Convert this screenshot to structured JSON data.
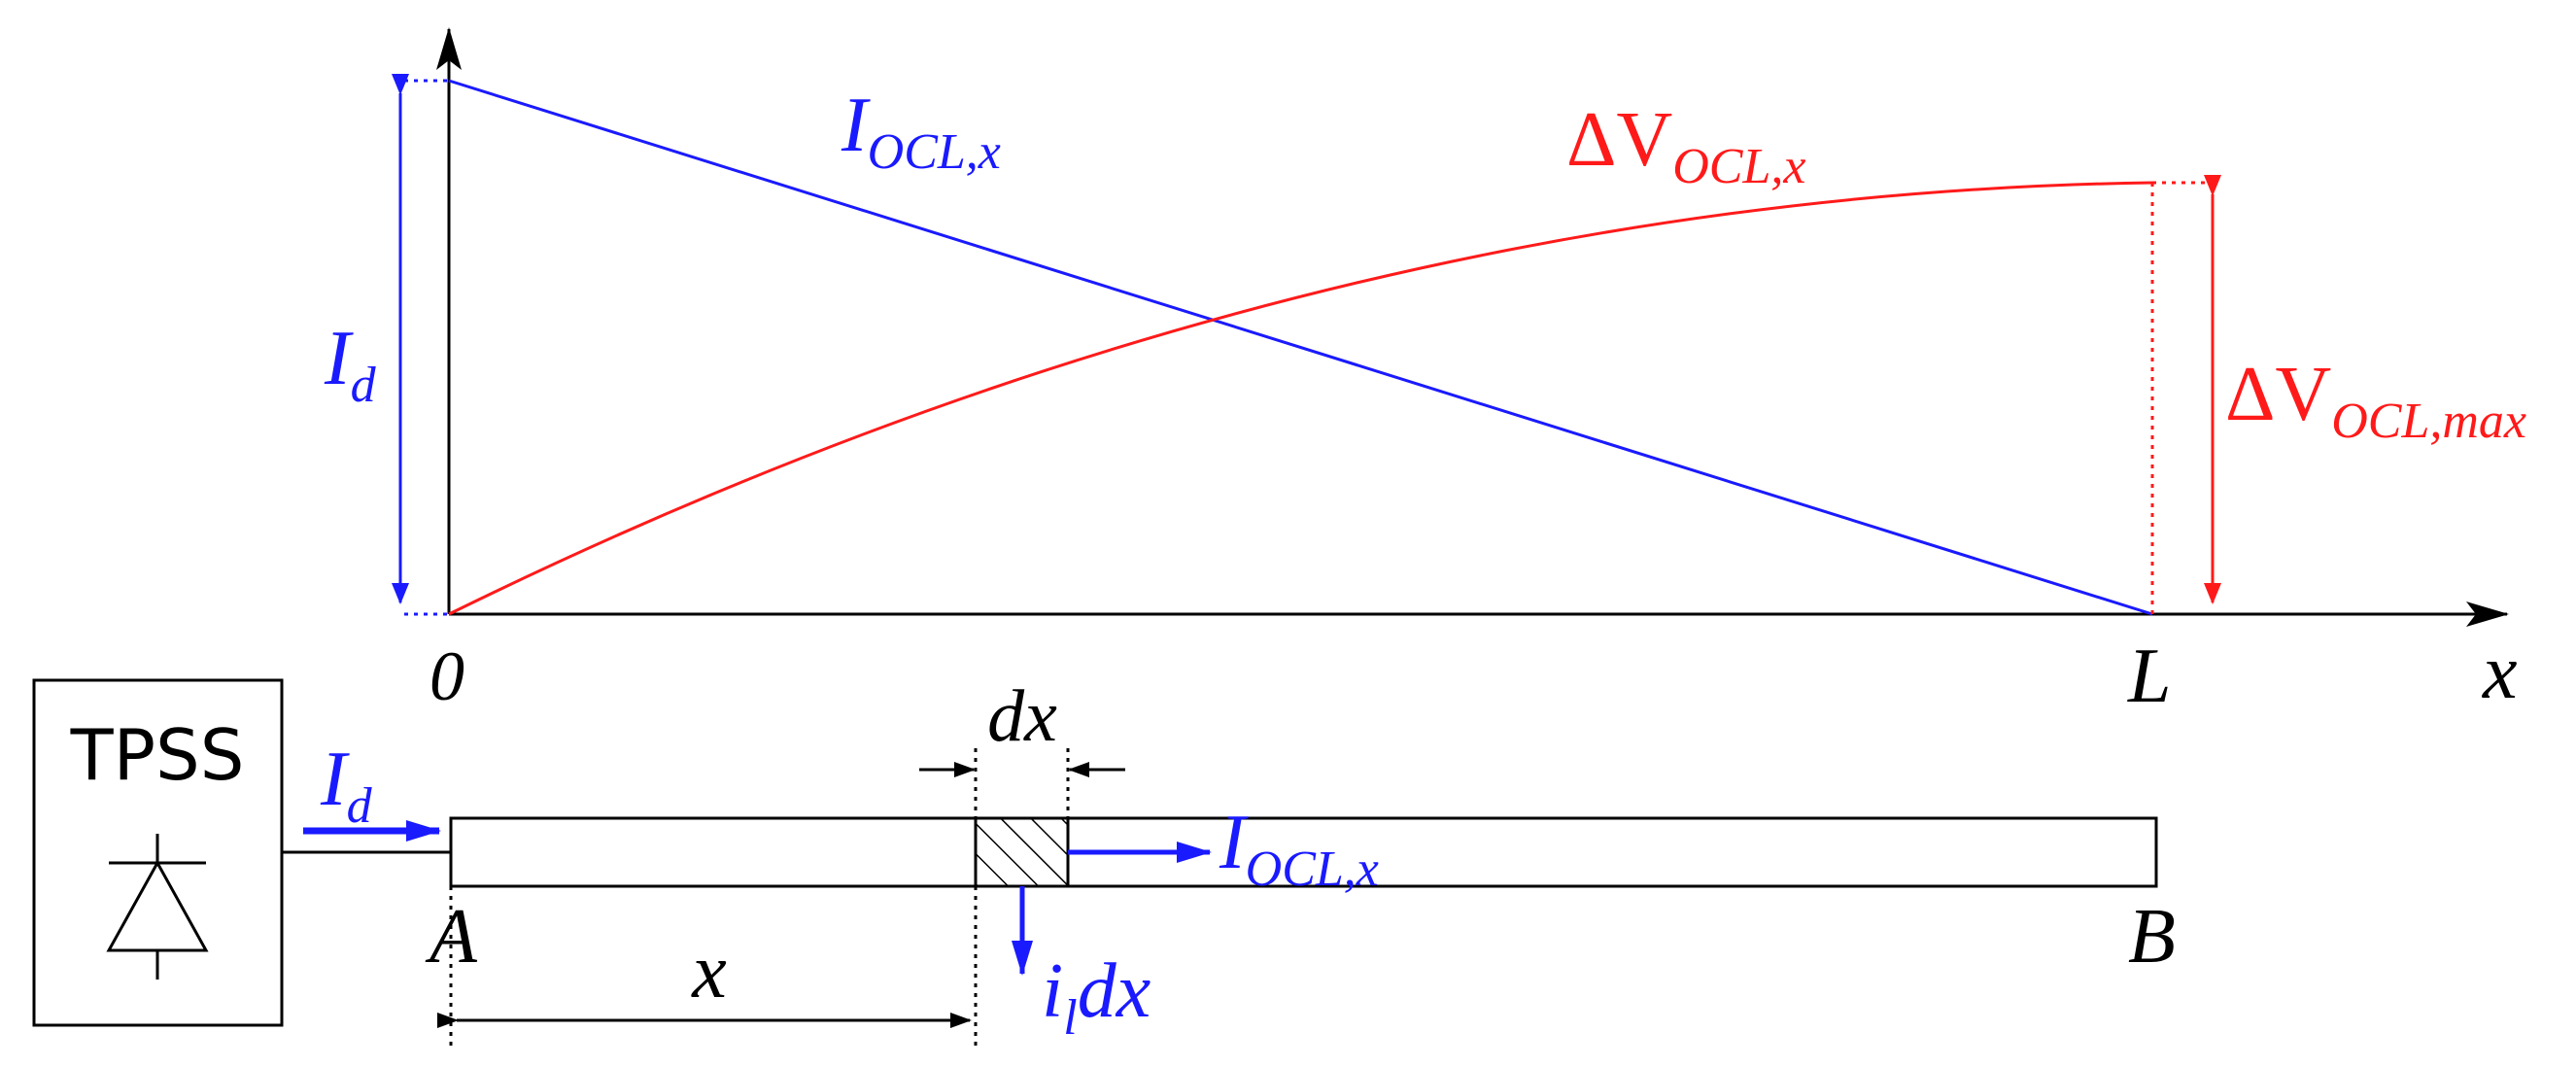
{
  "colors": {
    "current": "#1a1aff",
    "voltage": "#ff1a1a",
    "ink": "#000000"
  },
  "plot": {
    "current_curve": {
      "label_main": "I",
      "label_sub": "OCL,x",
      "start_value_label_main": "I",
      "start_value_label_sub": "d",
      "shape": "linear decreasing from I_d at 0 to 0 at L"
    },
    "voltage_curve": {
      "label_prefix": "ΔV",
      "label_sub": "OCL,x",
      "max_label_prefix": "ΔV",
      "max_label_sub": "OCL,max",
      "shape": "concave increasing from 0 at 0 to max at L"
    },
    "axis": {
      "origin_label": "0",
      "end_label": "L",
      "x_label": "x"
    }
  },
  "circuit": {
    "source_label": "TPSS",
    "diode_icon": "diode-icon",
    "feed_current_main": "I",
    "feed_current_sub": "d",
    "segment_width_label": "dx",
    "line_current_main": "I",
    "line_current_sub": "OCL,x",
    "leakage_main": "i",
    "leakage_sub": "l",
    "leakage_suffix": "dx",
    "node_start": "A",
    "node_end": "B",
    "distance_label": "x"
  }
}
